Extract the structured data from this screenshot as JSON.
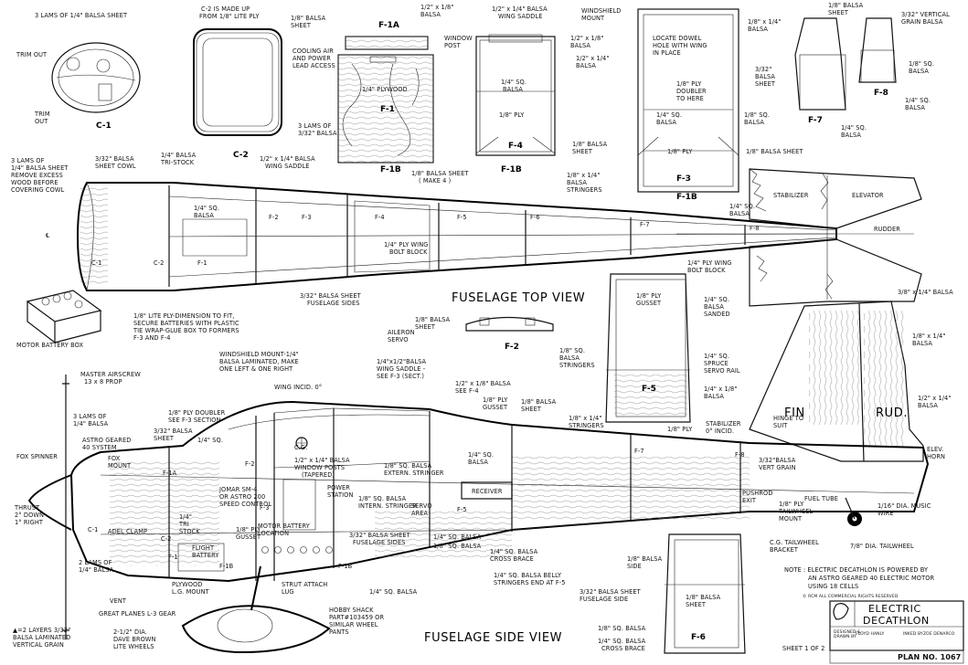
{
  "titles": {
    "top_view": "FUSELAGE TOP VIEW",
    "side_view": "FUSELAGE SIDE VIEW",
    "fin": "FIN",
    "rudder": "RUD.",
    "plane_name_line1": "ELECTRIC",
    "plane_name_line2": "DECATHLON",
    "plan_no": "PLAN NO. 1067",
    "sheet": "SHEET 1 OF 2",
    "rights": "© RCM ALL COMMERCIAL RIGHTS RESERVED"
  },
  "title_block": {
    "designed": "DESIGNED &\nDRAWN BY",
    "designer": "FLOYD HANLY",
    "inked": "INKED BY",
    "inker": "ZOE DENARCO"
  },
  "parts": {
    "c1": "C-1",
    "c2": "C-2",
    "f1": "F-1",
    "f1a": "F-1A",
    "f1b": "F-1B",
    "f2": "F-2",
    "f3": "F-3",
    "f4": "F-4",
    "f5": "F-5",
    "f6": "F-6",
    "f7": "F-7",
    "f8": "F-8"
  },
  "notes": {
    "c1_lams": "3 LAMS OF 1/4\" BALSA SHEET",
    "trim_out": "TRIM OUT",
    "trim_out2": "TRIM\nOUT",
    "c2_note": "C-2 IS MADE UP\nFROM 1/8\" LITE PLY",
    "cooling": "COOLING AIR\nAND POWER\nLEAD ACCESS",
    "lams_332": "3 LAMS OF\n3/32\" BALSA",
    "ply14": "1/4\" PLYWOOD",
    "balsa18_sheet": "1/8\" BALSA\nSHEET",
    "f1b_note": "1/8\" BALSA SHEET\n( MAKE 4 )",
    "f4_top": "1/2\" x 1/8\"\nBALSA",
    "wing_saddle": "1/2\" x 1/4\" BALSA\nWING SADDLE",
    "window_post": "WINDOW\nPOST",
    "sq14": "1/4\" SQ.\nBALSA",
    "ply18": "1/8\" PLY",
    "windshield_mount": "WINDSHIELD\nMOUNT",
    "f3_a": "1/2\" x 1/8\"\nBALSA",
    "f3_b": "1/2\" x 1/4\"\nBALSA",
    "dowel": "LOCATE DOWEL\nHOLE WITH WING\nIN PLACE",
    "doubler": "1/8\" PLY\nDOUBLER\nTO HERE",
    "f3_sq": "1/4\" SQ.\nBALSA",
    "f3_ply": "1/8\" PLY",
    "f3_balsa_sheet": "1/8\" BALSA SHEET",
    "f3_sq8": "1/8\" SQ.\nBALSA",
    "f7_top": "1/8\" BALSA\nSHEET",
    "f7_vert": "3/32\" VERTICAL\nGRAIN BALSA",
    "f7_a": "1/8\" x 1/4\"\nBALSA",
    "f7_b": "3/32\"\nBALSA\nSHEET",
    "f7_c": "1/8\" SQ.\nBALSA",
    "f7_d": "1/4\" SQ.\nBALSA",
    "f8_a": "1/4\" SQ.\nBALSA",
    "cowl_lams": "3 LAMS OF\n1/4\" BALSA SHEET\nREMOVE EXCESS\nWOOD BEFORE\nCOVERING COWL",
    "cowl_sheet": "3/32\" BALSA\nSHEET COWL",
    "tri_stock": "1/4\" BALSA\nTRI-STOCK",
    "saddle": "1/2\" x 1/4\" BALSA\nWING SADDLE",
    "f3_stringer": "1/8\" BALSA\nSHEET",
    "stringers": "1/8\" x 1/4\"\nBALSA\nSTRINGERS",
    "sq_balsa": "1/4\" SQ.\nBALSA",
    "ply_bolt": "1/4\" PLY WING\nBOLT BLOCK",
    "ply_bolt2": "1/4\" PLY WING\nBOLT BLOCK",
    "sides": "3/32\" BALSA SHEET\nFUSELAGE SIDES",
    "stabilizer": "STABILIZER",
    "elevator": "ELEVATOR",
    "rudder_lbl": "RUDDER",
    "f8_sheet": "1/8\" BALSA SHEET",
    "f8_sq": "1/4\" SQ.\nBALSA",
    "battery_box": "MOTOR BATTERY BOX",
    "battery_note": "1/8\" LITE PLY-DIMENSION TO FIT,\nSECURE BATTERIES WITH PLASTIC\nTIE WRAP-GLUE BOX TO FORMERS\nF-3 AND F-4",
    "f2_sheet": "1/8\" BALSA\nSHEET",
    "aileron_servo": "AILERON\nSERVO",
    "ws_mount": "WINDSHIELD MOUNT-1/4\"\nBALSA LAMINATED, MAKE\nONE LEFT & ONE RIGHT",
    "ws_saddle": "1/4\"x1/2\"BALSA\nWING SADDLE -\nSEE F-3 (SECT.)",
    "f4_see": "1/2\" x 1/8\" BALSA\nSEE F-4",
    "wing_incid": "WING INCID. 0°",
    "master_airscrew": "MASTER AIRSCREW\n13 x 8 PROP",
    "lams_14": "3 LAMS OF\n1/4\" BALSA",
    "astro": "ASTRO GEARED\n40 SYSTEM",
    "fox_mount": "FOX\nMOUNT",
    "ply_doubler": "1/8\" PLY DOUBLER\nSEE F-3 SECTION",
    "balsa332": "3/32\" BALSA\nSHEET",
    "sq_14": "1/4\" SQ.",
    "fox_spinner": "FOX SPINNER",
    "thrust": "THRUST\n2° DOWN\n1° RIGHT",
    "jomar": "JOMAR SM-4\nOR ASTRO 200\nSPEED CONTROL",
    "adel": "ADEL CLAMP",
    "tri": "1/4\"\nTRI\nSTOCK",
    "gusset": "1/8\" PLY\nGUSSET",
    "flight_bat": "FLIGHT\nBATTERY",
    "motor_bat": "MOTOR BATTERY\nLOCATION",
    "lams2": "2 LAMS OF\n1/4\" BALSA",
    "vent": "VENT",
    "plywood_lg": "PLYWOOD\nL.G. MOUNT",
    "strut": "STRUT ATTACH\nLUG",
    "window_posts": "1/2\" x 1/4\" BALSA\nWINDOW POSTS\n(TAPERED)",
    "cg": "C.G.",
    "power": "POWER\nSTATION",
    "intern": "1/8\" SQ. BALSA\nINTERN. STRINGER",
    "extern": "1/8\" SQ. BALSA\nEXTERN. STRINGER",
    "servo_area": "SERVO\nAREA",
    "receiver": "RECEIVER",
    "sides2": "3/32\" BALSA SHEET\nFUSELAGE SIDES",
    "sq14b": "1/4\" SQ. BALSA",
    "sq18b": "1/8\" SQ. BALSA",
    "cross": "1/4\" SQ. BALSA\nCROSS BRACE",
    "belly": "1/4\" SQ. BALSA BELLY\nSTRINGERS END AT F-5",
    "sq14c": "1/4\" SQ. BALSA",
    "gear": "GREAT PLANES L-3 GEAR",
    "wheels": "2-1/2\" DIA.\nDAVE BROWN\nLITE WHEELS",
    "hobby": "HOBBY SHACK\nPART#103459 OR\nSIMILAR WHEEL\nPANTS",
    "legend": "▲=2 LAYERS 3/32\"\nBALSA LAMINATED\nVERTICAL GRAIN",
    "ply_gusset2": "1/8\" PLY\nGUSSET",
    "f5_sheet": "1/8\" BALSA\nSHEET",
    "f5_stringers": "1/8\" x 1/4\"\nSTRINGERS",
    "f5_sq": "1/4\" SQ.\nBALSA",
    "f5_ply": "1/8\" PLY\nGUSSET",
    "f5_a": "1/4\" SQ.\nBALSA\nSANDED",
    "f5_b": "1/8\" SQ.\nBALSA\nSTRINGERS",
    "f5_c": "1/4\" SQ.\nSPRUCE\nSERVO RAIL",
    "f5_d": "1/4\" x 1/8\"\nBALSA",
    "f5_e": "1/8\" PLY",
    "fin_a": "3/8\" x 1/4\" BALSA",
    "fin_b": "1/8\" x 1/4\"\nBALSA",
    "fin_c": "1/2\" x 1/4\"\nBALSA",
    "hinge": "HINGE TO\nSUIT",
    "stab_incid": "STABILIZER\n0° INCID.",
    "vert_grain": "3/32\"BALSA\nVERT GRAIN",
    "elev_horn": "ELEV.\nHORN",
    "fuel_tube": "FUEL TUBE",
    "pushrod": "PUSHROD\nEXIT",
    "tailwheel_mount": "1/8\" PLY\nTAILWHEEL\nMOUNT",
    "music_wire": "1/16\" DIA. MUSIC\nWIRE",
    "tw_bracket": "C.G. TAILWHEEL\nBRACKET",
    "tailwheel": "7/8\" DIA. TAILWHEEL",
    "f6_a": "1/8\" BALSA\nSIDE",
    "f6_b": "1/8\" BALSA\nSHEET",
    "f6_c": "3/32\" BALSA SHEET\nFUSELAGE SIDE",
    "f6_d": "1/8\" SQ. BALSA",
    "f6_e": "1/4\" SQ. BALSA\nCROSS BRACE",
    "side_note": "NOTE : ELECTRIC DECATHLON IS POWERED BY\nAN ASTRO GEARED 40 ELECTRIC MOTOR\nUSING 18 CELLS",
    "fus_lbl_cf": "C-1",
    "top_c2": "C-2",
    "top_f1": "F-1",
    "top_f2": "F-2",
    "top_f3": "F-3",
    "top_f4": "F-4",
    "top_f5": "F-5",
    "top_f6": "F-6",
    "top_f7": "F-7",
    "top_f8": "F-8",
    "cl": "℄",
    "side_f1a": "F-1A",
    "side_f1b": "F-1B",
    "side_f1": "F-1",
    "side_f2": "F-2",
    "side_f3": "F-3",
    "side_f4": "F-4",
    "side_f5": "F-5",
    "side_f6": "F-6",
    "side_f7": "F-7",
    "side_f8": "F-8",
    "side_c1": "C-1",
    "side_c2": "C-2"
  }
}
